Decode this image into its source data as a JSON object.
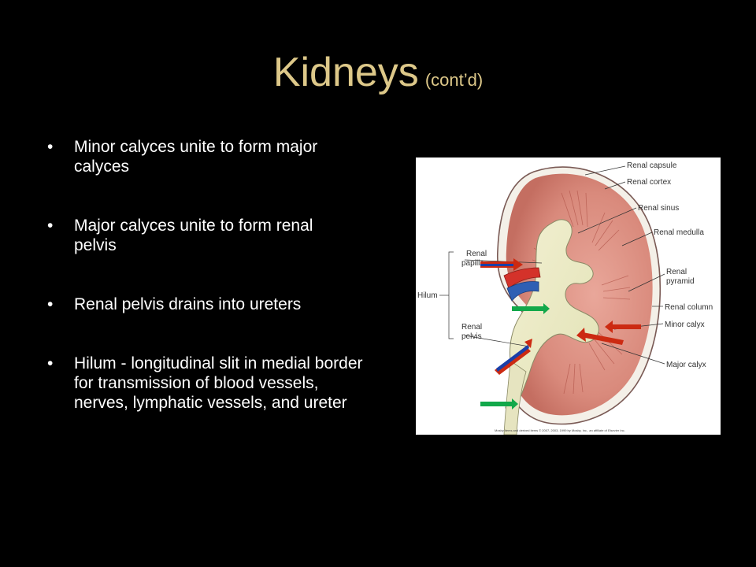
{
  "slide": {
    "title": "Kidneys",
    "title_suffix": "(cont’d)",
    "bullets": [
      "Minor calyces unite to form major calyces",
      "Major calyces unite to form renal pelvis",
      "Renal pelvis drains into ureters",
      "Hilum - longitudinal slit in medial border for transmission of blood vessels, nerves, lymphatic vessels, and ureter"
    ]
  },
  "figure": {
    "labels": {
      "renal_capsule": "Renal capsule",
      "renal_cortex": "Renal cortex",
      "renal_sinus": "Renal sinus",
      "renal_medulla": "Renal medulla",
      "renal_papilla_1": "Renal",
      "renal_papilla_2": "papilla",
      "renal_pyramid_1": "Renal",
      "renal_pyramid_2": "pyramid",
      "renal_column": "Renal column",
      "minor_calyx": "Minor calyx",
      "hilum": "Hilum",
      "renal_pelvis_1": "Renal",
      "renal_pelvis_2": "pelvis",
      "major_calyx": "Major calyx"
    },
    "credit": "Mosby items and derived items © 2007, 2003, 1999 by Mosby, Inc., an affiliate of Elsevier Inc.",
    "arrow_colors": {
      "blue": "#1a3fa8",
      "red": "#cc2a12",
      "green": "#12a84a"
    }
  },
  "colors": {
    "background": "#000000",
    "title": "#ddc889",
    "body_text": "#ffffff"
  }
}
